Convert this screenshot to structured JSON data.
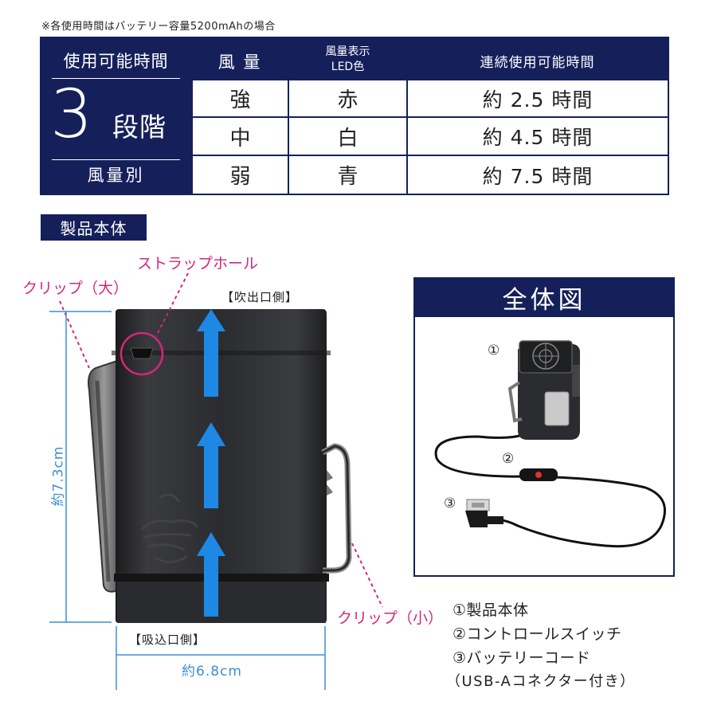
{
  "note": "※各使用時間はバッテリー容量5200mAhの場合",
  "table": {
    "left_top": "使用可能時間",
    "left_big": "3",
    "left_mid": "段階",
    "left_bottom": "風量別",
    "headers": [
      "風 量",
      "風量表示\nLED色",
      "連続使用可能時間"
    ],
    "rows": [
      {
        "level": "強",
        "color": "赤",
        "time": "約 2.5 時間"
      },
      {
        "level": "中",
        "color": "白",
        "time": "約 4.5 時間"
      },
      {
        "level": "弱",
        "color": "青",
        "time": "約 7.5 時間"
      }
    ]
  },
  "section_label": "製品本体",
  "labels": {
    "strap_hole": "ストラップホール",
    "clip_large": "クリップ（大）",
    "outlet_side": "【吹出口側】",
    "inlet_side": "【吸込口側】",
    "clip_small": "クリップ（小）",
    "height": "約7.3cm",
    "width": "約6.8cm"
  },
  "overview": {
    "title": "全体図",
    "markers": [
      "①",
      "②",
      "③"
    ]
  },
  "legend": [
    "①製品本体",
    "②コントロールスイッチ",
    "③バッテリーコード",
    "（USB-Aコネクター付き）"
  ],
  "colors": {
    "navy": "#15205b",
    "pink": "#d6267a",
    "arrow_blue": "#1e88e5",
    "dimension_blue": "#3d8fd6"
  }
}
